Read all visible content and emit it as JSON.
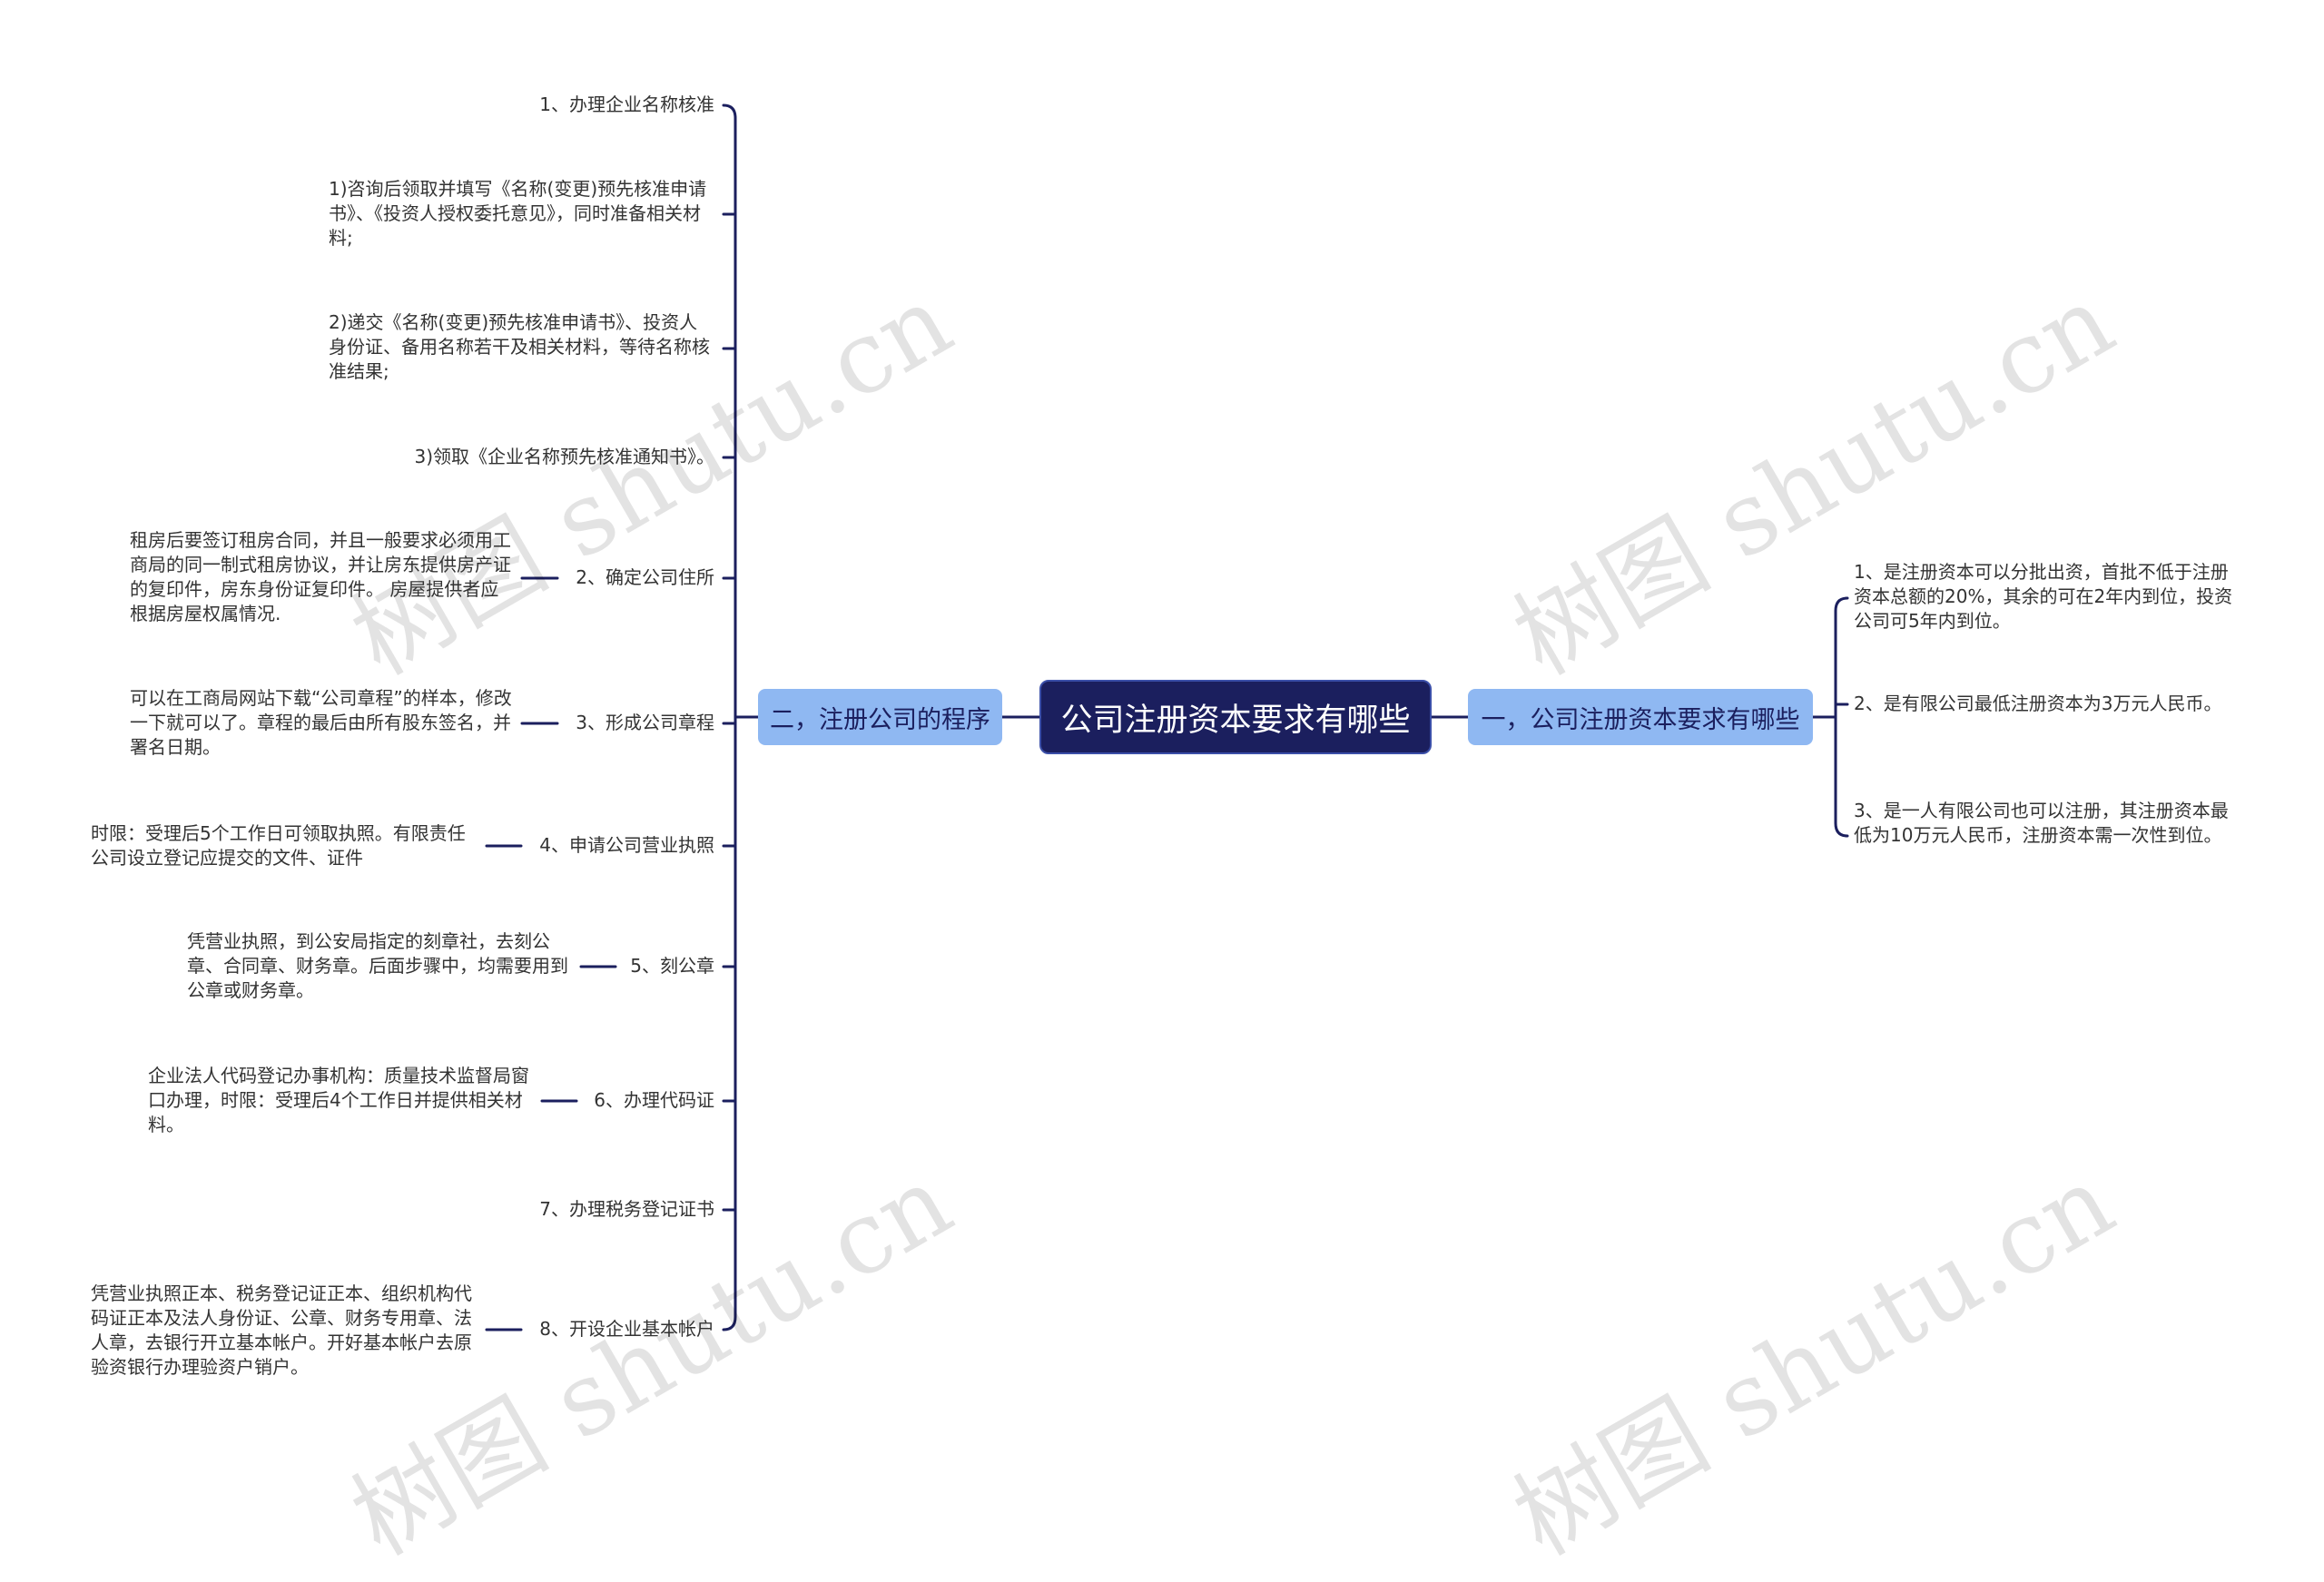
{
  "root": {
    "label": "公司注册资本要求有哪些"
  },
  "left_branch": {
    "label": "二，注册公司的程序",
    "steps": [
      {
        "label": "1、办理企业名称核准"
      },
      {
        "label": "1)咨询后领取并填写《名称(变更)预先核准申请书》、《投资人授权委托意见》，同时准备相关材料;"
      },
      {
        "label": "2)递交《名称(变更)预先核准申请书》、投资人身份证、备用名称若干及相关材料，等待名称核准结果;"
      },
      {
        "label": "3)领取《企业名称预先核准通知书》。"
      },
      {
        "label": "2、确定公司住所",
        "detail": "租房后要签订租房合同，并且一般要求必须用工商局的同一制式租房协议，并让房东提供房产证的复印件，房东身份证复印件。 房屋提供者应根据房屋权属情况."
      },
      {
        "label": "3、形成公司章程",
        "detail": "可以在工商局网站下载“公司章程”的样本，修改一下就可以了。章程的最后由所有股东签名，并署名日期。"
      },
      {
        "label": "4、申请公司营业执照",
        "detail": "时限：受理后5个工作日可领取执照。有限责任公司设立登记应提交的文件、证件"
      },
      {
        "label": "5、刻公章",
        "detail": "凭营业执照，到公安局指定的刻章社，去刻公章、合同章、财务章。后面步骤中，均需要用到公章或财务章。"
      },
      {
        "label": "6、办理代码证",
        "detail": "企业法人代码登记办事机构：质量技术监督局窗口办理，时限：受理后4个工作日并提供相关材料。"
      },
      {
        "label": "7、办理税务登记证书"
      },
      {
        "label": "8、开设企业基本帐户",
        "detail": "凭营业执照正本、税务登记证正本、组织机构代码证正本及法人身份证、公章、财务专用章、法人章，去银行开立基本帐户。开好基本帐户去原验资银行办理验资户销户。"
      }
    ]
  },
  "right_branch": {
    "label": "一，公司注册资本要求有哪些",
    "items": [
      {
        "label": "1、是注册资本可以分批出资，首批不低于注册资本总额的20%，其余的可在2年内到位，投资公司可5年内到位。"
      },
      {
        "label": "2、是有限公司最低注册资本为3万元人民币。"
      },
      {
        "label": "3、是一人有限公司也可以注册，其注册资本最低为10万元人民币，注册资本需一次性到位。"
      }
    ]
  },
  "watermark": {
    "text": "树图 shutu.cn"
  },
  "colors": {
    "root_bg": "#1b1f5e",
    "branch_bg": "#8fb8f2",
    "line": "#1b1f5e"
  }
}
